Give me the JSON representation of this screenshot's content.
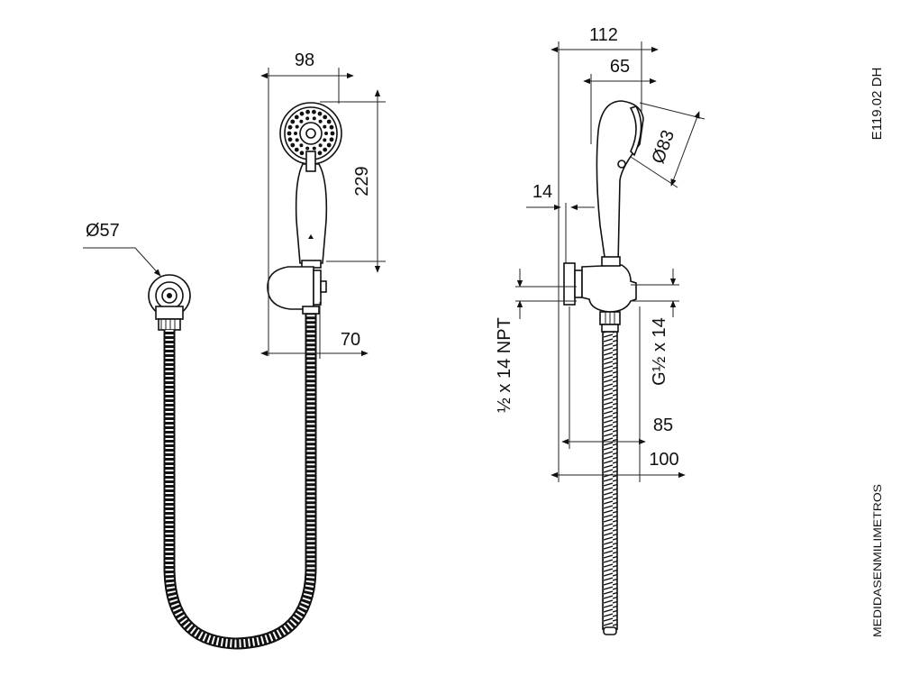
{
  "drawing": {
    "code": "E119.02 DH",
    "units_note": "MEDIDASENMILIMETROS"
  },
  "dimensions": {
    "front": {
      "width_head": "98",
      "height_handle": "229",
      "depth_holder": "70",
      "diameter_connector": "Ø57"
    },
    "side": {
      "total_depth": "112",
      "head_depth": "65",
      "head_diameter": "Ø83",
      "wall_offset": "14",
      "thread_npt": "½ x 14 NPT",
      "thread_g": "G½ x 14",
      "depth_85": "85",
      "depth_100": "100"
    }
  }
}
